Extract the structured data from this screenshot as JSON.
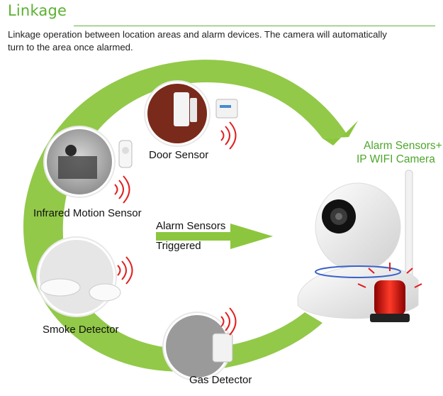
{
  "header": {
    "title": "Linkage",
    "description_line1": "Linkage operation between location areas and alarm devices. The camera will automatically",
    "description_line2": "turn to the area once alarmed."
  },
  "sensors": {
    "door": "Door Sensor",
    "infrared": "Infrared Motion Sensor",
    "smoke": "Smoke Detector",
    "gas": "Gas Detector"
  },
  "center": {
    "line1": "Alarm Sensors",
    "line2": "Triggered"
  },
  "camera": {
    "line1": "Alarm Sensors+",
    "line2": "IP WIFI Camera"
  },
  "colors": {
    "accent_green": "#5bb132",
    "arc_green": "#7cc243",
    "alarm_red": "#e01a1a"
  }
}
